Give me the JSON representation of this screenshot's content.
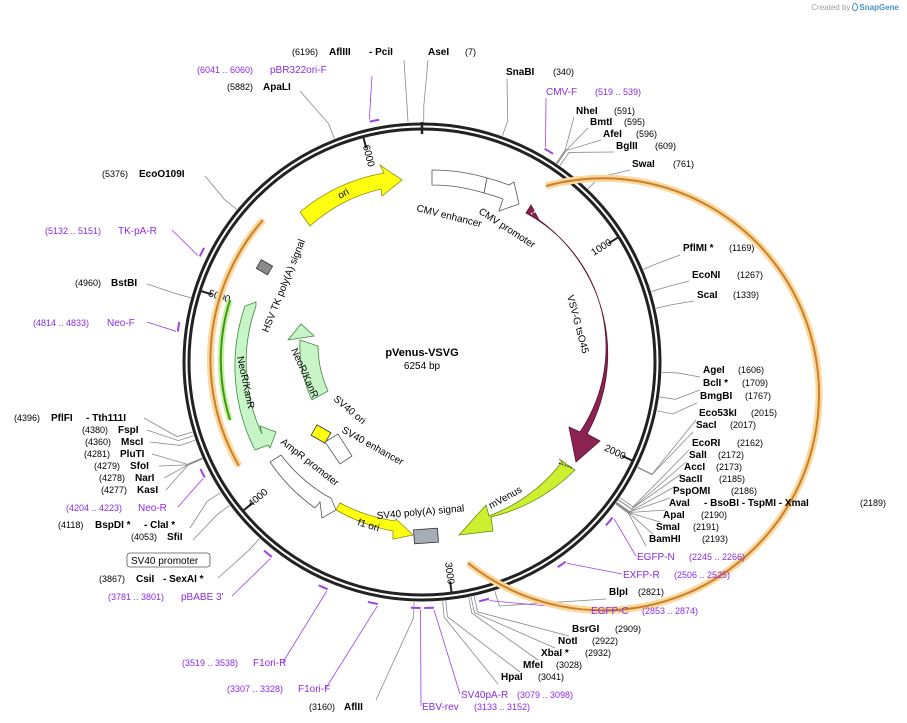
{
  "credit": {
    "prefix": "Created by",
    "brand": "SnapGene"
  },
  "map": {
    "name": "pVenus-VSVG",
    "length_label": "6254 bp",
    "total_bp": 6254,
    "ticks": [
      "1000",
      "2000",
      "3000",
      "4000",
      "5000",
      "6000"
    ],
    "colors": {
      "backbone": "#222222",
      "primer": "#a040e0",
      "primer_label": "#8a2be2",
      "vsvg": "#8b2252",
      "venus": "#ccf030",
      "ori": "#ffff10",
      "resistance": "#c8f5c8",
      "tk_polya_marker": "#8a8a8a",
      "orf_orange": "#e8a050",
      "orf_glow": "#fbd89a",
      "orf_green": "#3a9a10",
      "sv40_polya_box": "#a6adb4"
    }
  },
  "sites": [
    {
      "name": "AflIII",
      "extra": "- PciI",
      "pos": "(6196)"
    },
    {
      "name": "AseI",
      "pos": "(7)"
    },
    {
      "name": "SnaBI",
      "pos": "(340)"
    },
    {
      "name": "NheI",
      "pos": "(591)"
    },
    {
      "name": "BmtI",
      "pos": "(595)"
    },
    {
      "name": "AfeI",
      "pos": "(596)"
    },
    {
      "name": "BglII",
      "pos": "(609)"
    },
    {
      "name": "SwaI",
      "pos": "(761)"
    },
    {
      "name": "PflMI *",
      "pos": "(1169)"
    },
    {
      "name": "EcoNI",
      "pos": "(1267)"
    },
    {
      "name": "ScaI",
      "pos": "(1339)"
    },
    {
      "name": "AgeI",
      "pos": "(1606)"
    },
    {
      "name": "BclI *",
      "pos": "(1709)"
    },
    {
      "name": "BmgBI",
      "pos": "(1767)"
    },
    {
      "name": "Eco53kI",
      "pos": "(2015)"
    },
    {
      "name": "SacI",
      "pos": "(2017)"
    },
    {
      "name": "EcoRI",
      "pos": "(2162)"
    },
    {
      "name": "SalI",
      "pos": "(2172)"
    },
    {
      "name": "AccI",
      "pos": "(2173)"
    },
    {
      "name": "SacII",
      "pos": "(2185)"
    },
    {
      "name": "PspOMI",
      "pos": "(2186)"
    },
    {
      "name": "AvaI",
      "extra": "- BsoBI - TspMI - XmaI",
      "pos": "(2189)"
    },
    {
      "name": "ApaI",
      "pos": "(2190)"
    },
    {
      "name": "SmaI",
      "pos": "(2191)"
    },
    {
      "name": "BamHI",
      "pos": "(2193)"
    },
    {
      "name": "BlpI",
      "pos": "(2821)"
    },
    {
      "name": "BsrGI",
      "pos": "(2909)"
    },
    {
      "name": "NotI",
      "pos": "(2922)"
    },
    {
      "name": "XbaI *",
      "pos": "(2932)"
    },
    {
      "name": "MfeI",
      "pos": "(3028)"
    },
    {
      "name": "HpaI",
      "pos": "(3041)"
    },
    {
      "name": "AflII",
      "pos": "(3160)"
    },
    {
      "name": "CsiI",
      "extra": "- SexAI *",
      "pos": "(3867)"
    },
    {
      "name": "SfiI",
      "pos": "(4053)"
    },
    {
      "name": "BspDI *",
      "extra": "- ClaI *",
      "pos": "(4118)"
    },
    {
      "name": "KasI",
      "pos": "(4277)"
    },
    {
      "name": "NarI",
      "pos": "(4278)"
    },
    {
      "name": "SfoI",
      "pos": "(4279)"
    },
    {
      "name": "PluTI",
      "pos": "(4281)"
    },
    {
      "name": "MscI",
      "pos": "(4360)"
    },
    {
      "name": "FspI",
      "pos": "(4380)"
    },
    {
      "name": "PflFI",
      "extra": "- Tth111I",
      "pos": "(4396)"
    },
    {
      "name": "BstBI",
      "pos": "(4960)"
    },
    {
      "name": "EcoO109I",
      "pos": "(5376)"
    },
    {
      "name": "ApaLI",
      "pos": "(5882)"
    }
  ],
  "primers": [
    {
      "range": "(6041 .. 6060)",
      "name": "pBR322ori-F"
    },
    {
      "range": "(519 .. 539)",
      "name": "CMV-F"
    },
    {
      "range": "(2245 .. 2266)",
      "name": "EGFP-N"
    },
    {
      "range": "(2506 .. 2525)",
      "name": "EXFP-R"
    },
    {
      "range": "(2853 .. 2874)",
      "name": "EGFP-C"
    },
    {
      "range": "(3079 .. 3098)",
      "name": "SV40pA-R"
    },
    {
      "range": "(3133 .. 3152)",
      "name": "EBV-rev"
    },
    {
      "range": "(3307 .. 3328)",
      "name": "F1ori-F"
    },
    {
      "range": "(3519 .. 3538)",
      "name": "F1ori-R"
    },
    {
      "range": "(3781 .. 3801)",
      "name": "pBABE 3'"
    },
    {
      "range": "(4204 .. 4223)",
      "name": "Neo-R"
    },
    {
      "range": "(4814 .. 4833)",
      "name": "Neo-F"
    },
    {
      "range": "(5132 .. 5151)",
      "name": "TK-pA-R"
    }
  ],
  "features": {
    "ori": "ori",
    "cmv_enhancer": "CMV enhancer",
    "cmv_promoter": "CMV promoter",
    "vsvg": "VSV-G tsO45",
    "mvenus": "mVenus",
    "sv40_polya": "SV40 poly(A) signal",
    "f1ori": "f1 ori",
    "ampr_promoter": "AmpR promoter",
    "sv40_promoter": "SV40 promoter",
    "sv40_ori": "SV40 ori",
    "sv40_enhancer": "SV40 enhancer",
    "neokan_outer": "NeoR/KanR",
    "neokan_inner": "NeoR/KanR",
    "hsv_tk": "HSV TK poly(A) signal"
  }
}
